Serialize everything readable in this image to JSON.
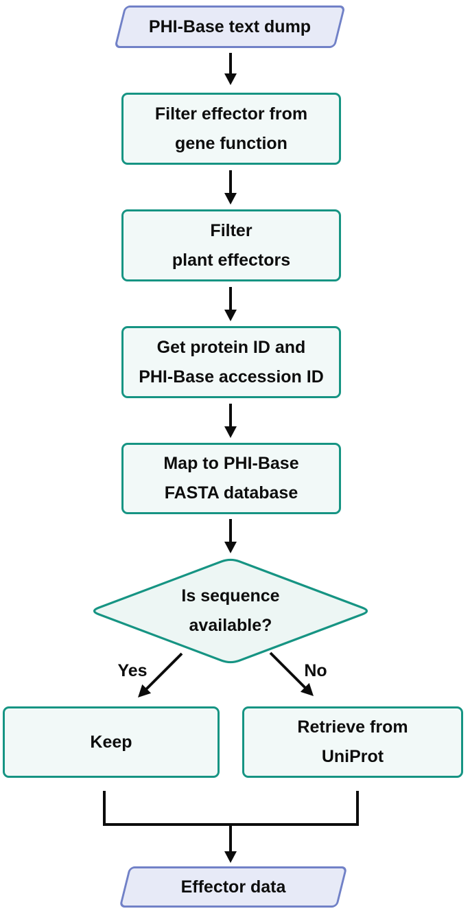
{
  "colors": {
    "process_border": "#169483",
    "process_fill": "#f2f9f8",
    "decision_fill": "#edf6f4",
    "io_border": "#7181c7",
    "io_fill": "#e7eaf7",
    "arrow": "#0c0c0c",
    "text": "#0d0d0d"
  },
  "nodes": {
    "input": {
      "shape": "parallelogram",
      "label": "PHI-Base text dump"
    },
    "filter_effector": {
      "shape": "rect",
      "label": "Filter effector from\ngene function"
    },
    "filter_plant": {
      "shape": "rect",
      "label": "Filter\nplant effectors"
    },
    "get_ids": {
      "shape": "rect",
      "label": "Get protein ID and\nPHI-Base accession ID"
    },
    "map_fasta": {
      "shape": "rect",
      "label": "Map to PHI-Base\nFASTA database"
    },
    "decision": {
      "shape": "diamond",
      "label": "Is sequence\navailable?"
    },
    "keep": {
      "shape": "rect",
      "label": "Keep"
    },
    "retrieve": {
      "shape": "rect",
      "label": "Retrieve from\nUniProt"
    },
    "output": {
      "shape": "parallelogram",
      "label": "Effector data"
    }
  },
  "edges": {
    "yes_label": "Yes",
    "no_label": "No"
  }
}
